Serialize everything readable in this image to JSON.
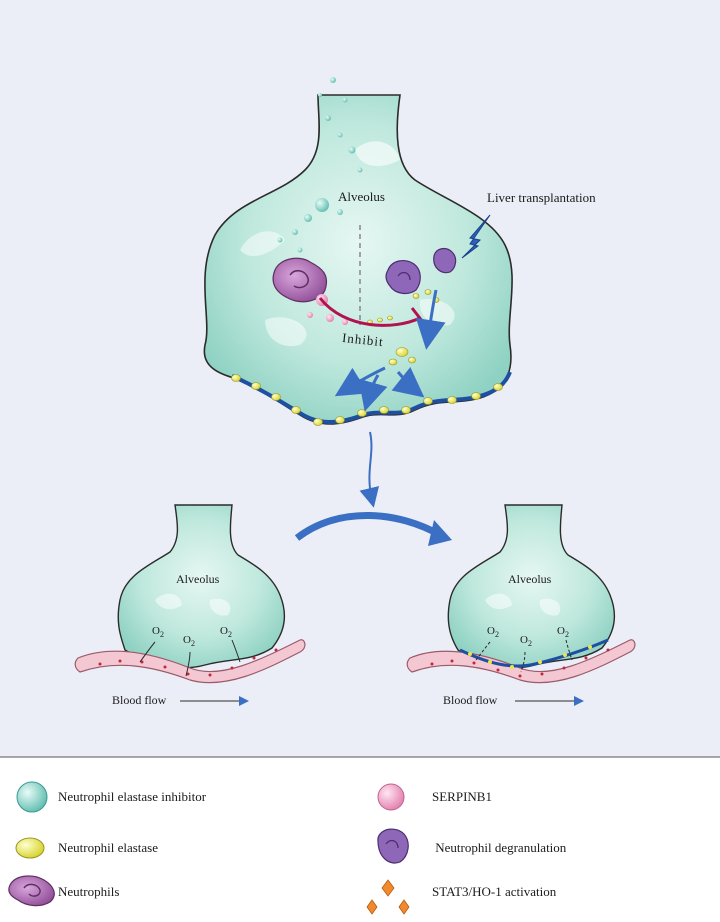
{
  "diagram": {
    "top": {
      "alveolus_label": "Alveolus",
      "trigger_label": "Liver transplantation",
      "inhibit_label": "Inhibit"
    },
    "left_panel": {
      "alveolus_label": "Alveolus",
      "o2_labels": [
        "O",
        "O",
        "O"
      ],
      "o2_sub": "2",
      "blood_flow_label": "Blood flow"
    },
    "right_panel": {
      "alveolus_label": "Alveolus",
      "o2_labels": [
        "O",
        "O",
        "O"
      ],
      "o2_sub": "2",
      "blood_flow_label": "Blood flow"
    }
  },
  "legend": {
    "items": [
      {
        "label": "Neutrophil elastase inhibitor",
        "icon": "teal-sphere-icon",
        "color": "#8fd6c9"
      },
      {
        "label": "SERPINB1",
        "icon": "pink-sphere-icon",
        "color": "#f2a3c6"
      },
      {
        "label": "Neutrophil elastase",
        "icon": "yellow-oval-icon",
        "color": "#e9e54a"
      },
      {
        "label": " Neutrophil degranulation",
        "icon": "purple-degranulated-cell-icon",
        "color": "#7d5ba6"
      },
      {
        "label": "Neutrophils",
        "icon": "purple-neutrophil-icon",
        "color": "#b06bb0"
      },
      {
        "label": "STAT3/HO-1 activation",
        "icon": "orange-diamonds-icon",
        "color": "#f08a2c"
      }
    ]
  },
  "colors": {
    "background_panel": "#eceef7",
    "alveolus_fill": "#bfe8dd",
    "membrane_blue": "#1f4fa0",
    "arrow_blue": "#3a6fc4",
    "inhibit_red": "#b0134f",
    "vessel_pink": "#f4c8d2"
  }
}
